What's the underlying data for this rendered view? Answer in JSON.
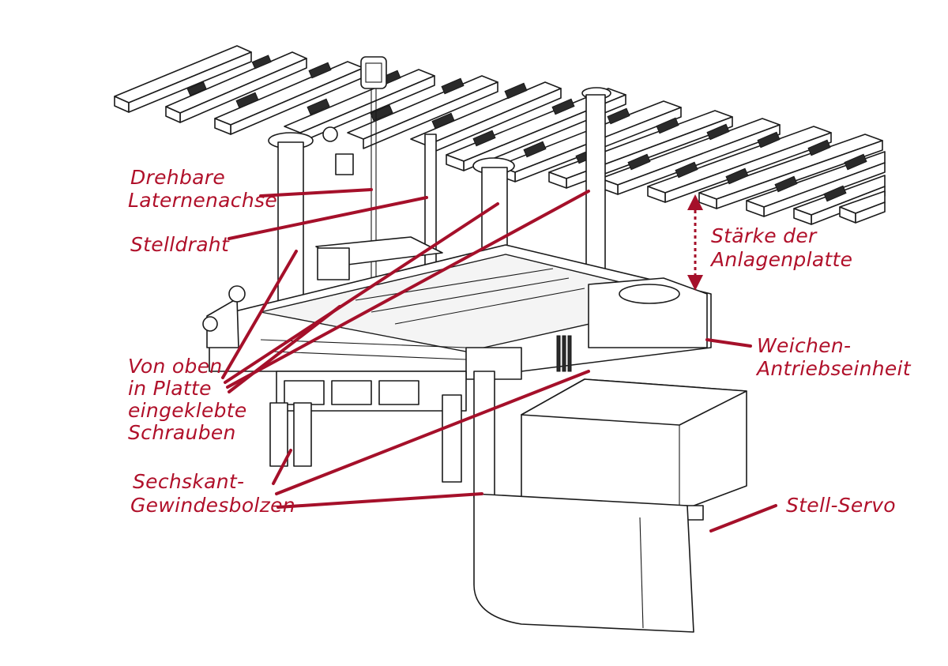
{
  "diagram": {
    "accent_color": "#b0102a",
    "line_color": "#1a1a1a",
    "labels": {
      "drehbare_laternenachse": [
        "Drehbare",
        "Laternenachse"
      ],
      "stelldraht": "Stelldraht",
      "staerke_anlagenplatte": [
        "Stärke der",
        "Anlagenplatte"
      ],
      "weichen_antriebseinheit": [
        "Weichen-",
        "Antriebseinheit"
      ],
      "schrauben": [
        "Von oben",
        "in Platte",
        "eingeklebte",
        "Schrauben"
      ],
      "gewindesbolzen": [
        "Sechskant-",
        "Gewindesbolzen"
      ],
      "stell_servo": "Stell-Servo"
    }
  }
}
